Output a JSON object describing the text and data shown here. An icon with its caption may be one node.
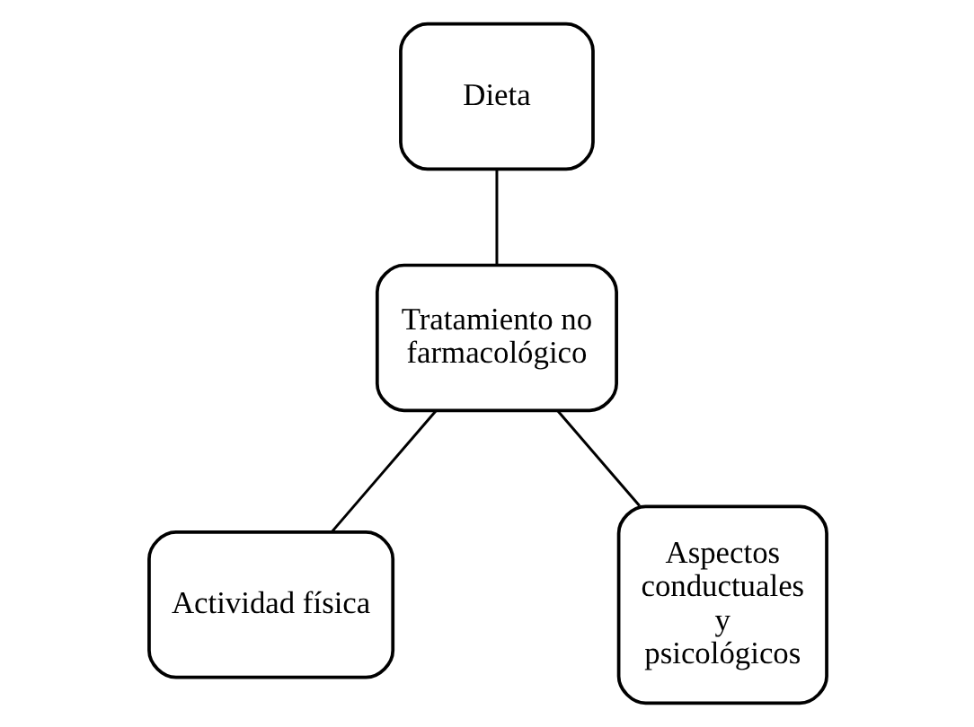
{
  "diagram": {
    "nodes": [
      {
        "text": [
          "Dieta"
        ]
      },
      {
        "text": [
          "Tratamiento no farmacológico"
        ]
      },
      {
        "text": [
          "Actividad física"
        ]
      },
      {
        "text": [
          "Aspectos conductuales y psicológicos"
        ]
      }
    ],
    "edges": [
      {
        "from": 1,
        "to": 0,
        "arrow": "none"
      },
      {
        "from": 1,
        "to": 2,
        "arrow": "none"
      },
      {
        "from": 1,
        "to": 3,
        "arrow": "none"
      }
    ]
  }
}
